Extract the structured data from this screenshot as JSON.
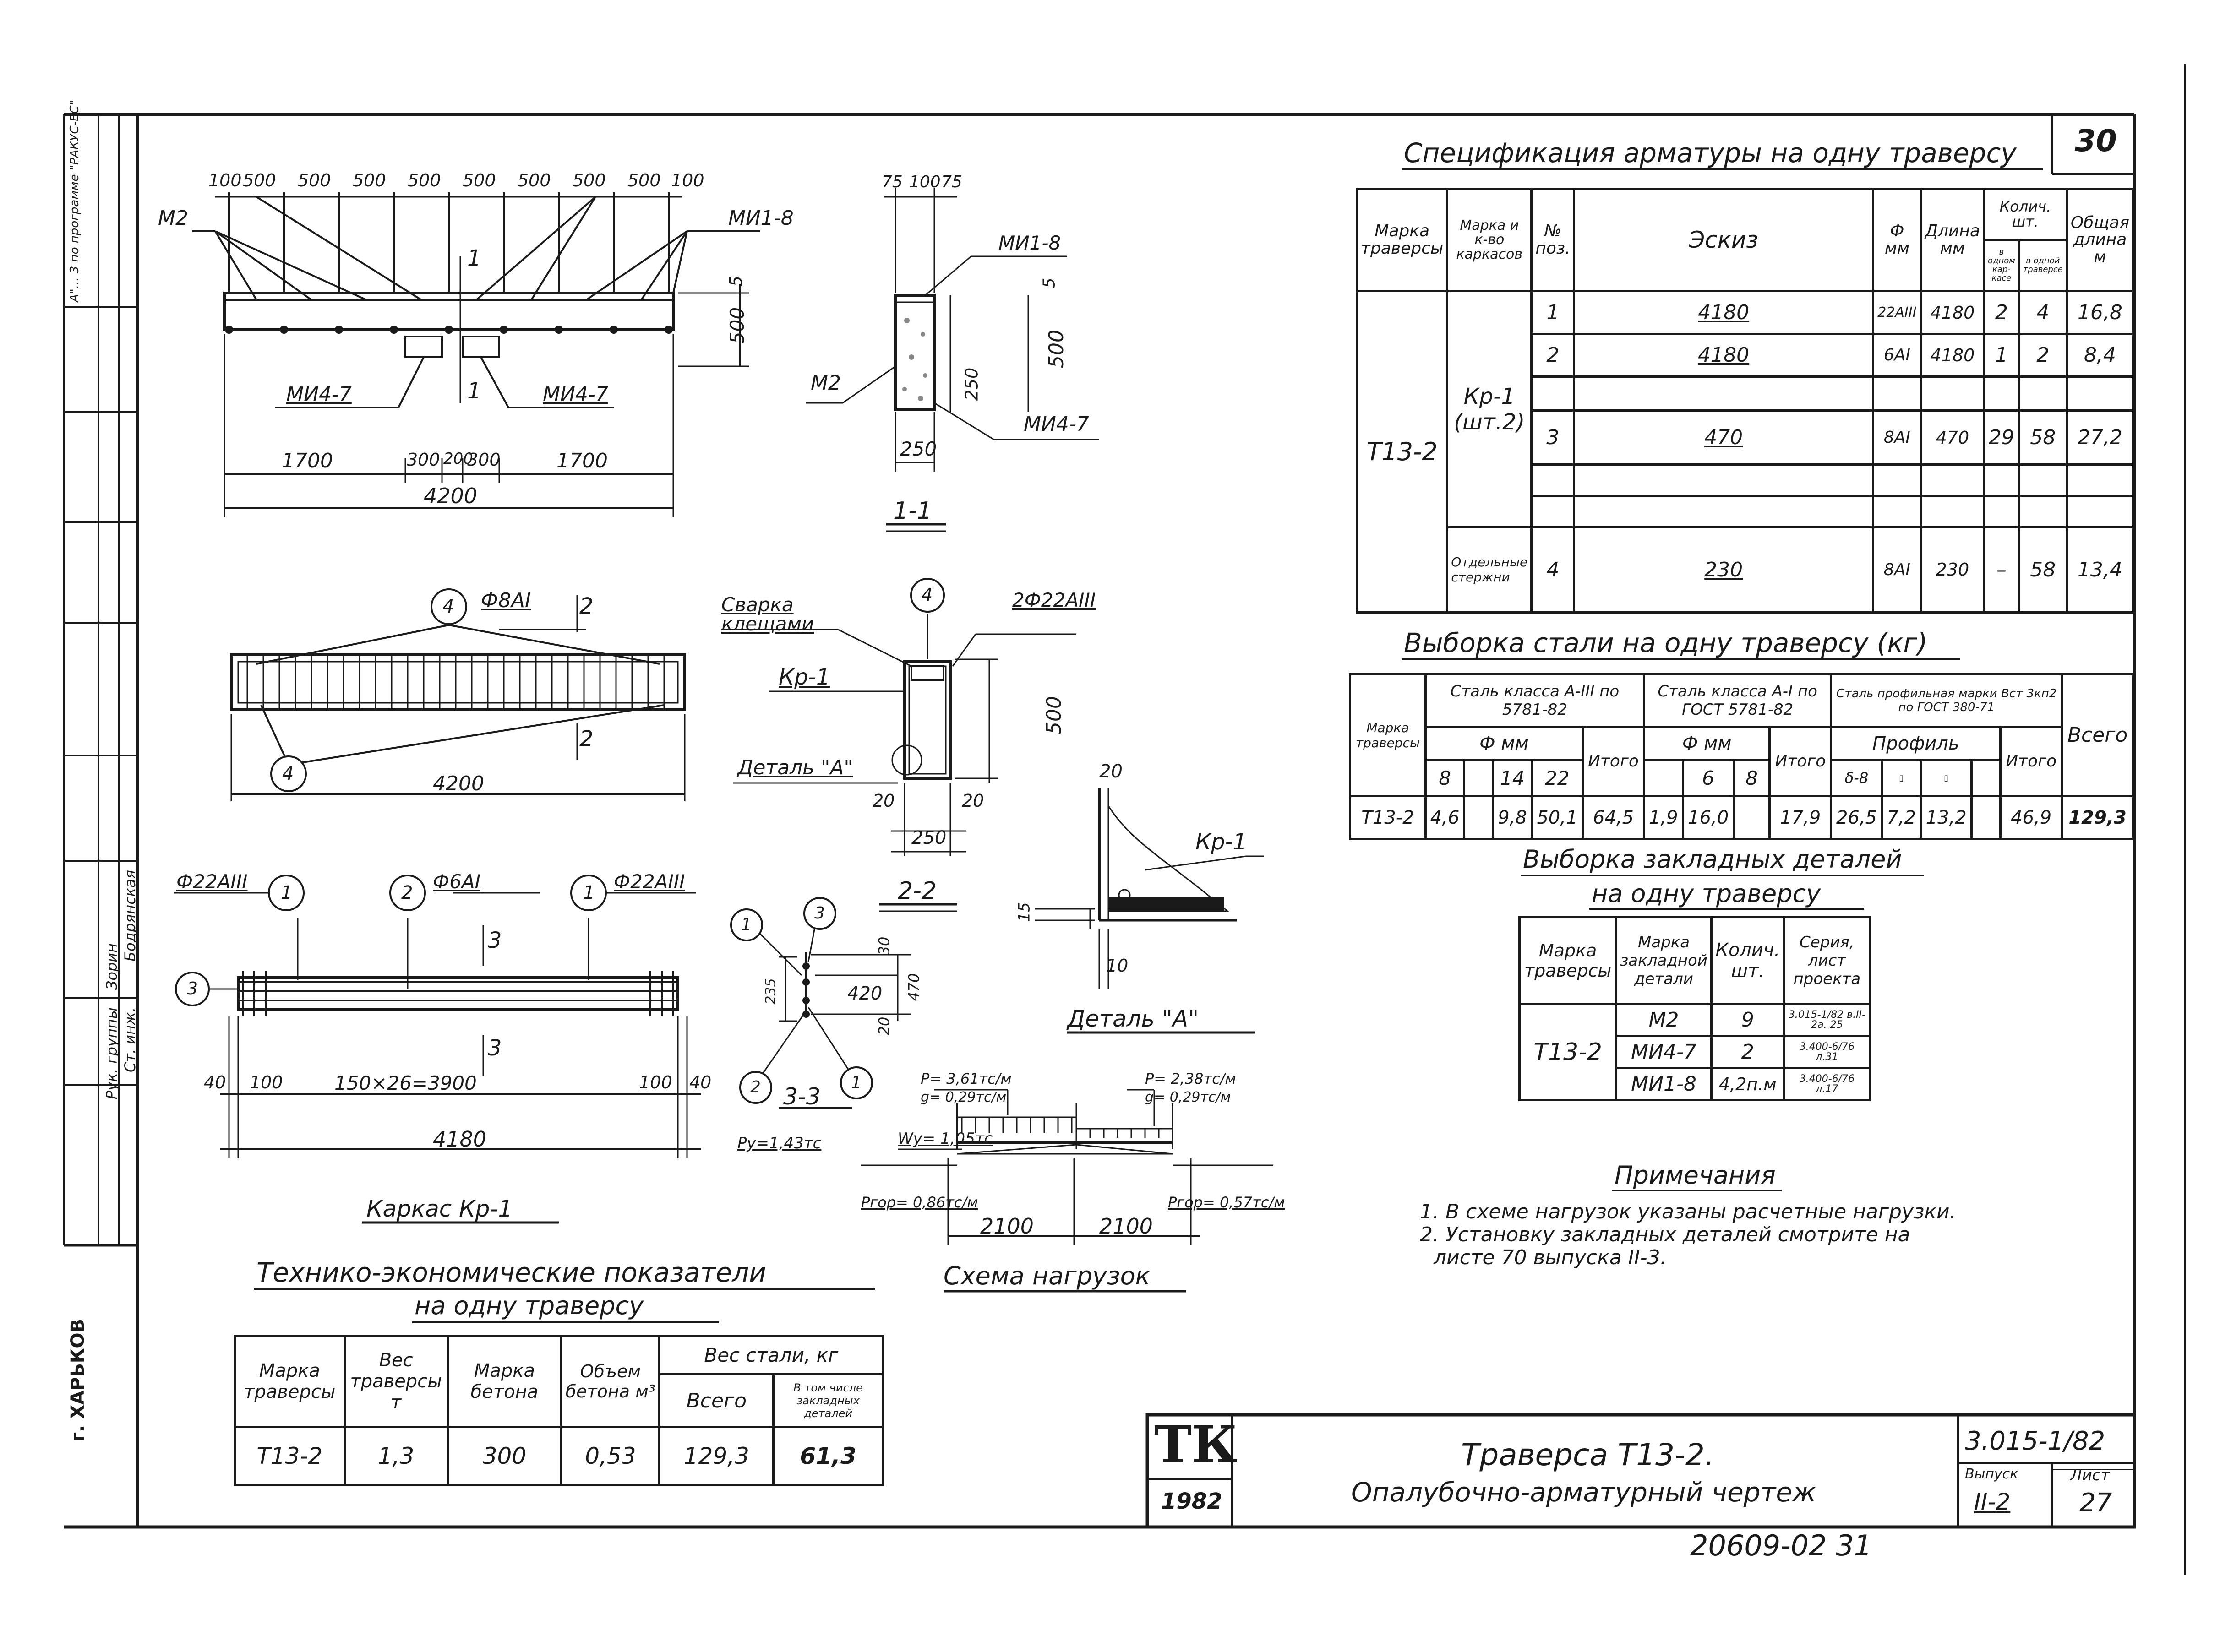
{
  "page_number": "30",
  "spec": {
    "title": "Спецификация арматуры на одну траверсу",
    "headers": [
      "Марка траверсы",
      "Марка и к-во каркасов",
      "№ поз.",
      "Эскиз",
      "Ф мм",
      "Длина мм",
      "Колич. шт.",
      "в одном кар-касе",
      "в одной траверсе",
      "Общая длина м"
    ],
    "mark": "Т13-2",
    "frame": "Кр-1 (шт.2)",
    "separate": "Отдельные стержни",
    "rows": [
      {
        "pos": "1",
        "sketch": "4180",
        "dia": "22АIII",
        "len": "4180",
        "q1": "2",
        "q2": "4",
        "total": "16,8"
      },
      {
        "pos": "2",
        "sketch": "4180",
        "dia": "6АI",
        "len": "4180",
        "q1": "1",
        "q2": "2",
        "total": "8,4"
      },
      {
        "pos": "3",
        "sketch": "470",
        "dia": "8АI",
        "len": "470",
        "q1": "29",
        "q2": "58",
        "total": "27,2"
      },
      {
        "pos": "4",
        "sketch": "230",
        "dia": "8АI",
        "len": "230",
        "q1": "–",
        "q2": "58",
        "total": "13,4"
      }
    ]
  },
  "steel": {
    "title": "Выборка стали на одну траверсу (кг)",
    "h_mark": "Марка траверсы",
    "h_a3": "Сталь класса А-III по 5781-82",
    "h_a1": "Сталь класса А-I по ГОСТ 5781-82",
    "h_prof": "Сталь профильная марки Вст 3кп2 по ГОСТ 380-71",
    "h_dia": "Ф мм",
    "h_total": "Итого",
    "h_profile": "Профиль",
    "h_all": "Всего",
    "sub": [
      "8",
      "",
      "14",
      "22",
      "6",
      "8",
      "δ-8",
      "▯",
      "▯"
    ],
    "row": [
      "Т13-2",
      "4,6",
      "",
      "9,8",
      "50,1",
      "64,5",
      "1,9",
      "16,0",
      "",
      "17,9",
      "26,5",
      "7,2",
      "13,2",
      "",
      "46,9",
      "129,3"
    ]
  },
  "embedded": {
    "title1": "Выборка закладных деталей",
    "title2": "на одну траверсу",
    "headers": [
      "Марка траверсы",
      "Марка закладной детали",
      "Колич. шт.",
      "Серия, лист проекта"
    ],
    "mark": "Т13-2",
    "rows": [
      {
        "name": "М2",
        "qty": "9",
        "series": "3.015-1/82 в.II-2а. 25"
      },
      {
        "name": "МИ4-7",
        "qty": "2",
        "series": "3.400-6/76 л.31"
      },
      {
        "name": "МИ1-8",
        "qty": "4,2п.м",
        "series": "3.400-6/76 л.17"
      }
    ]
  },
  "notes": {
    "title": "Примечания",
    "items": [
      "1. В схеме нагрузок указаны расчетные нагрузки.",
      "2. Установку закладных деталей смотрите на",
      "листе 70 выпуска II-3."
    ]
  },
  "tep": {
    "title1": "Технико-экономические показатели",
    "title2": "на одну траверсу",
    "h": [
      "Марка траверсы",
      "Вес траверсы т",
      "Марка бетона",
      "Объем бетона м³",
      "Вес стали, кг",
      "Всего",
      "В том числе закладных деталей"
    ],
    "row": [
      "Т13-2",
      "1,3",
      "300",
      "0,53",
      "129,3",
      "61,3"
    ]
  },
  "title_block": {
    "logo": "ТК",
    "year": "1982",
    "name1": "Траверса Т13-2.",
    "name2": "Опалубочно-арматурный чертеж",
    "code": "3.015-1/82",
    "h_issue": "Выпуск",
    "issue": "II-2",
    "h_sheet": "Лист",
    "sheet": "27"
  },
  "bottom_code": "20609-02 31",
  "left": {
    "top_note": "А\"... 3 по программе \"РАКУС-ЕС\"",
    "role1": "Рук. группы",
    "person1": "Зорин",
    "role2": "Ст. инж.",
    "person2": "Бодрянская",
    "city": "г. ХАРЬКОВ"
  },
  "drawing": {
    "top_dims": [
      "100",
      "500",
      "500",
      "500",
      "500",
      "500",
      "500",
      "500",
      "500",
      "100"
    ],
    "m2": "М2",
    "mi18": "МИ1-8",
    "mi47": "МИ4-7",
    "d5": "5",
    "d500": "500",
    "sec1": "1",
    "bottom_dims": [
      "1700",
      "300",
      "200",
      "300",
      "1700"
    ],
    "d4200": "4200",
    "s1_top": [
      "75",
      "100",
      "75"
    ],
    "s1_250": "250",
    "s1_500": "500",
    "s1_250w": "250",
    "label_11": "1-1",
    "phi8": "Ф8АI",
    "pos4": "4",
    "sec2": "2",
    "d4200b": "4200",
    "weld": "Сварка клещами",
    "kr1": "Кр-1",
    "detA": "Деталь \"А\"",
    "two22": "2Ф22АIII",
    "s2_500": "500",
    "s2_20a": "20",
    "s2_20b": "20",
    "s2_250": "250",
    "label_22": "2-2",
    "da_20": "20",
    "da_15": "15",
    "da_10": "10",
    "da_kr1": "Кр-1",
    "da_label": "Деталь \"А\"",
    "phi22a": "Ф22АIII",
    "phi6": "Ф6АI",
    "phi22b": "Ф22АIII",
    "pos1": "1",
    "pos2": "2",
    "pos3": "3",
    "sec3": "3",
    "kd_dims": [
      "40",
      "100",
      "150×26=3900",
      "100",
      "40"
    ],
    "d4180": "4180",
    "kr_label": "Каркас Кр-1",
    "s3_30": "30",
    "s3_235": "235",
    "s3_420": "420",
    "s3_470": "470",
    "s3_20": "20",
    "label_33": "3-3",
    "ld_p1": "P= 3,61тс/м",
    "ld_g1": "g= 0,29тс/м",
    "ld_p2": "P= 2,38тс/м",
    "ld_g2": "g= 0,29тс/м",
    "ld_py": "Py=1,43тс",
    "ld_wy": "Wy= 1,05тс",
    "ld_pr1": "Pгор= 0,86тс/м",
    "ld_pr2": "Pгор= 0,57тс/м",
    "ld_2100a": "2100",
    "ld_2100b": "2100",
    "ld_label": "Схема нагрузок"
  }
}
